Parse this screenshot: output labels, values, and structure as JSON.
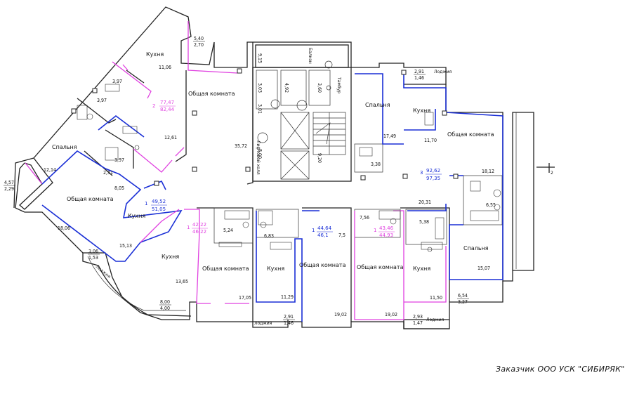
{
  "customer": "Заказчик ООО УСК \"СИБИРЯК\"",
  "rooms": {
    "kitchen": "Кухня",
    "living": "Общая комната",
    "bedroom": "Спальня",
    "loggia": "Лоджия",
    "balcony": "Балкон",
    "tambour": "Тамбур",
    "lift_hall": "Лифтовой холл"
  },
  "apartments": [
    {
      "id": "apt-nw-2room",
      "rooms": "2",
      "area": "77,47",
      "total": "82,44",
      "color": "#e040e0"
    },
    {
      "id": "apt-w-1room",
      "rooms": "1",
      "area": "49,52",
      "total": "51,05",
      "color": "#1a2fd6"
    },
    {
      "id": "apt-sw-1room",
      "rooms": "1",
      "area": "42,22",
      "total": "46,22",
      "color": "#e040e0"
    },
    {
      "id": "apt-s-1room",
      "rooms": "1",
      "area": "44,64",
      "total": "46,1",
      "color": "#1a2fd6"
    },
    {
      "id": "apt-se-1room",
      "rooms": "1",
      "area": "43,46",
      "total": "44,93",
      "color": "#e040e0"
    },
    {
      "id": "apt-e-3room",
      "rooms": "3",
      "area": "92,62",
      "total": "97,35",
      "color": "#1a2fd6"
    }
  ],
  "areas": {
    "a_5_40": "5,40",
    "a_2_70": "2,70",
    "a_11_06": "11,06",
    "a_3_97a": "3,97",
    "a_3_97b": "3,97",
    "a_12_61": "12,61",
    "a_35_72": "35,72",
    "a_12_14": "12,14",
    "a_2_31": "2,31",
    "a_8_05": "8,05",
    "a_4_57": "4,57",
    "a_2_29": "2,29",
    "a_18_06": "18,06",
    "a_15_13": "15,13",
    "a_3_06": "3,06",
    "a_1_53": "1,53",
    "a_13_65": "13,65",
    "a_8_00": "8,00",
    "a_4_00": "4,00",
    "a_17_05": "17,05",
    "a_5_24": "5,24",
    "a_6_83": "6,83",
    "a_7_5": "7,5",
    "a_11_29": "11,29",
    "a_2_91a": "2,91",
    "a_1_46a": "1,46",
    "a_19_02a": "19,02",
    "a_7_56": "7,56",
    "a_5_38": "5,38",
    "a_19_02b": "19,02",
    "a_11_50": "11,50",
    "a_2_93": "2,93",
    "a_1_47": "1,47",
    "a_6_54": "6,54",
    "a_3_27": "3,27",
    "a_15_07": "15,07",
    "a_6_55": "6,55",
    "a_20_31": "20,31",
    "a_18_12": "18,12",
    "a_3_38": "3,38",
    "a_17_49": "17,49",
    "a_11_70": "11,70",
    "a_2_91b": "2,91",
    "a_1_46b": "1,46",
    "a_9_15": "9,15",
    "a_3_03": "3,03",
    "a_4_92": "4,92",
    "a_3_60": "3,60",
    "a_3_01": "3,01",
    "a_8_00b": "8,00",
    "a_9_20": "9,20"
  }
}
